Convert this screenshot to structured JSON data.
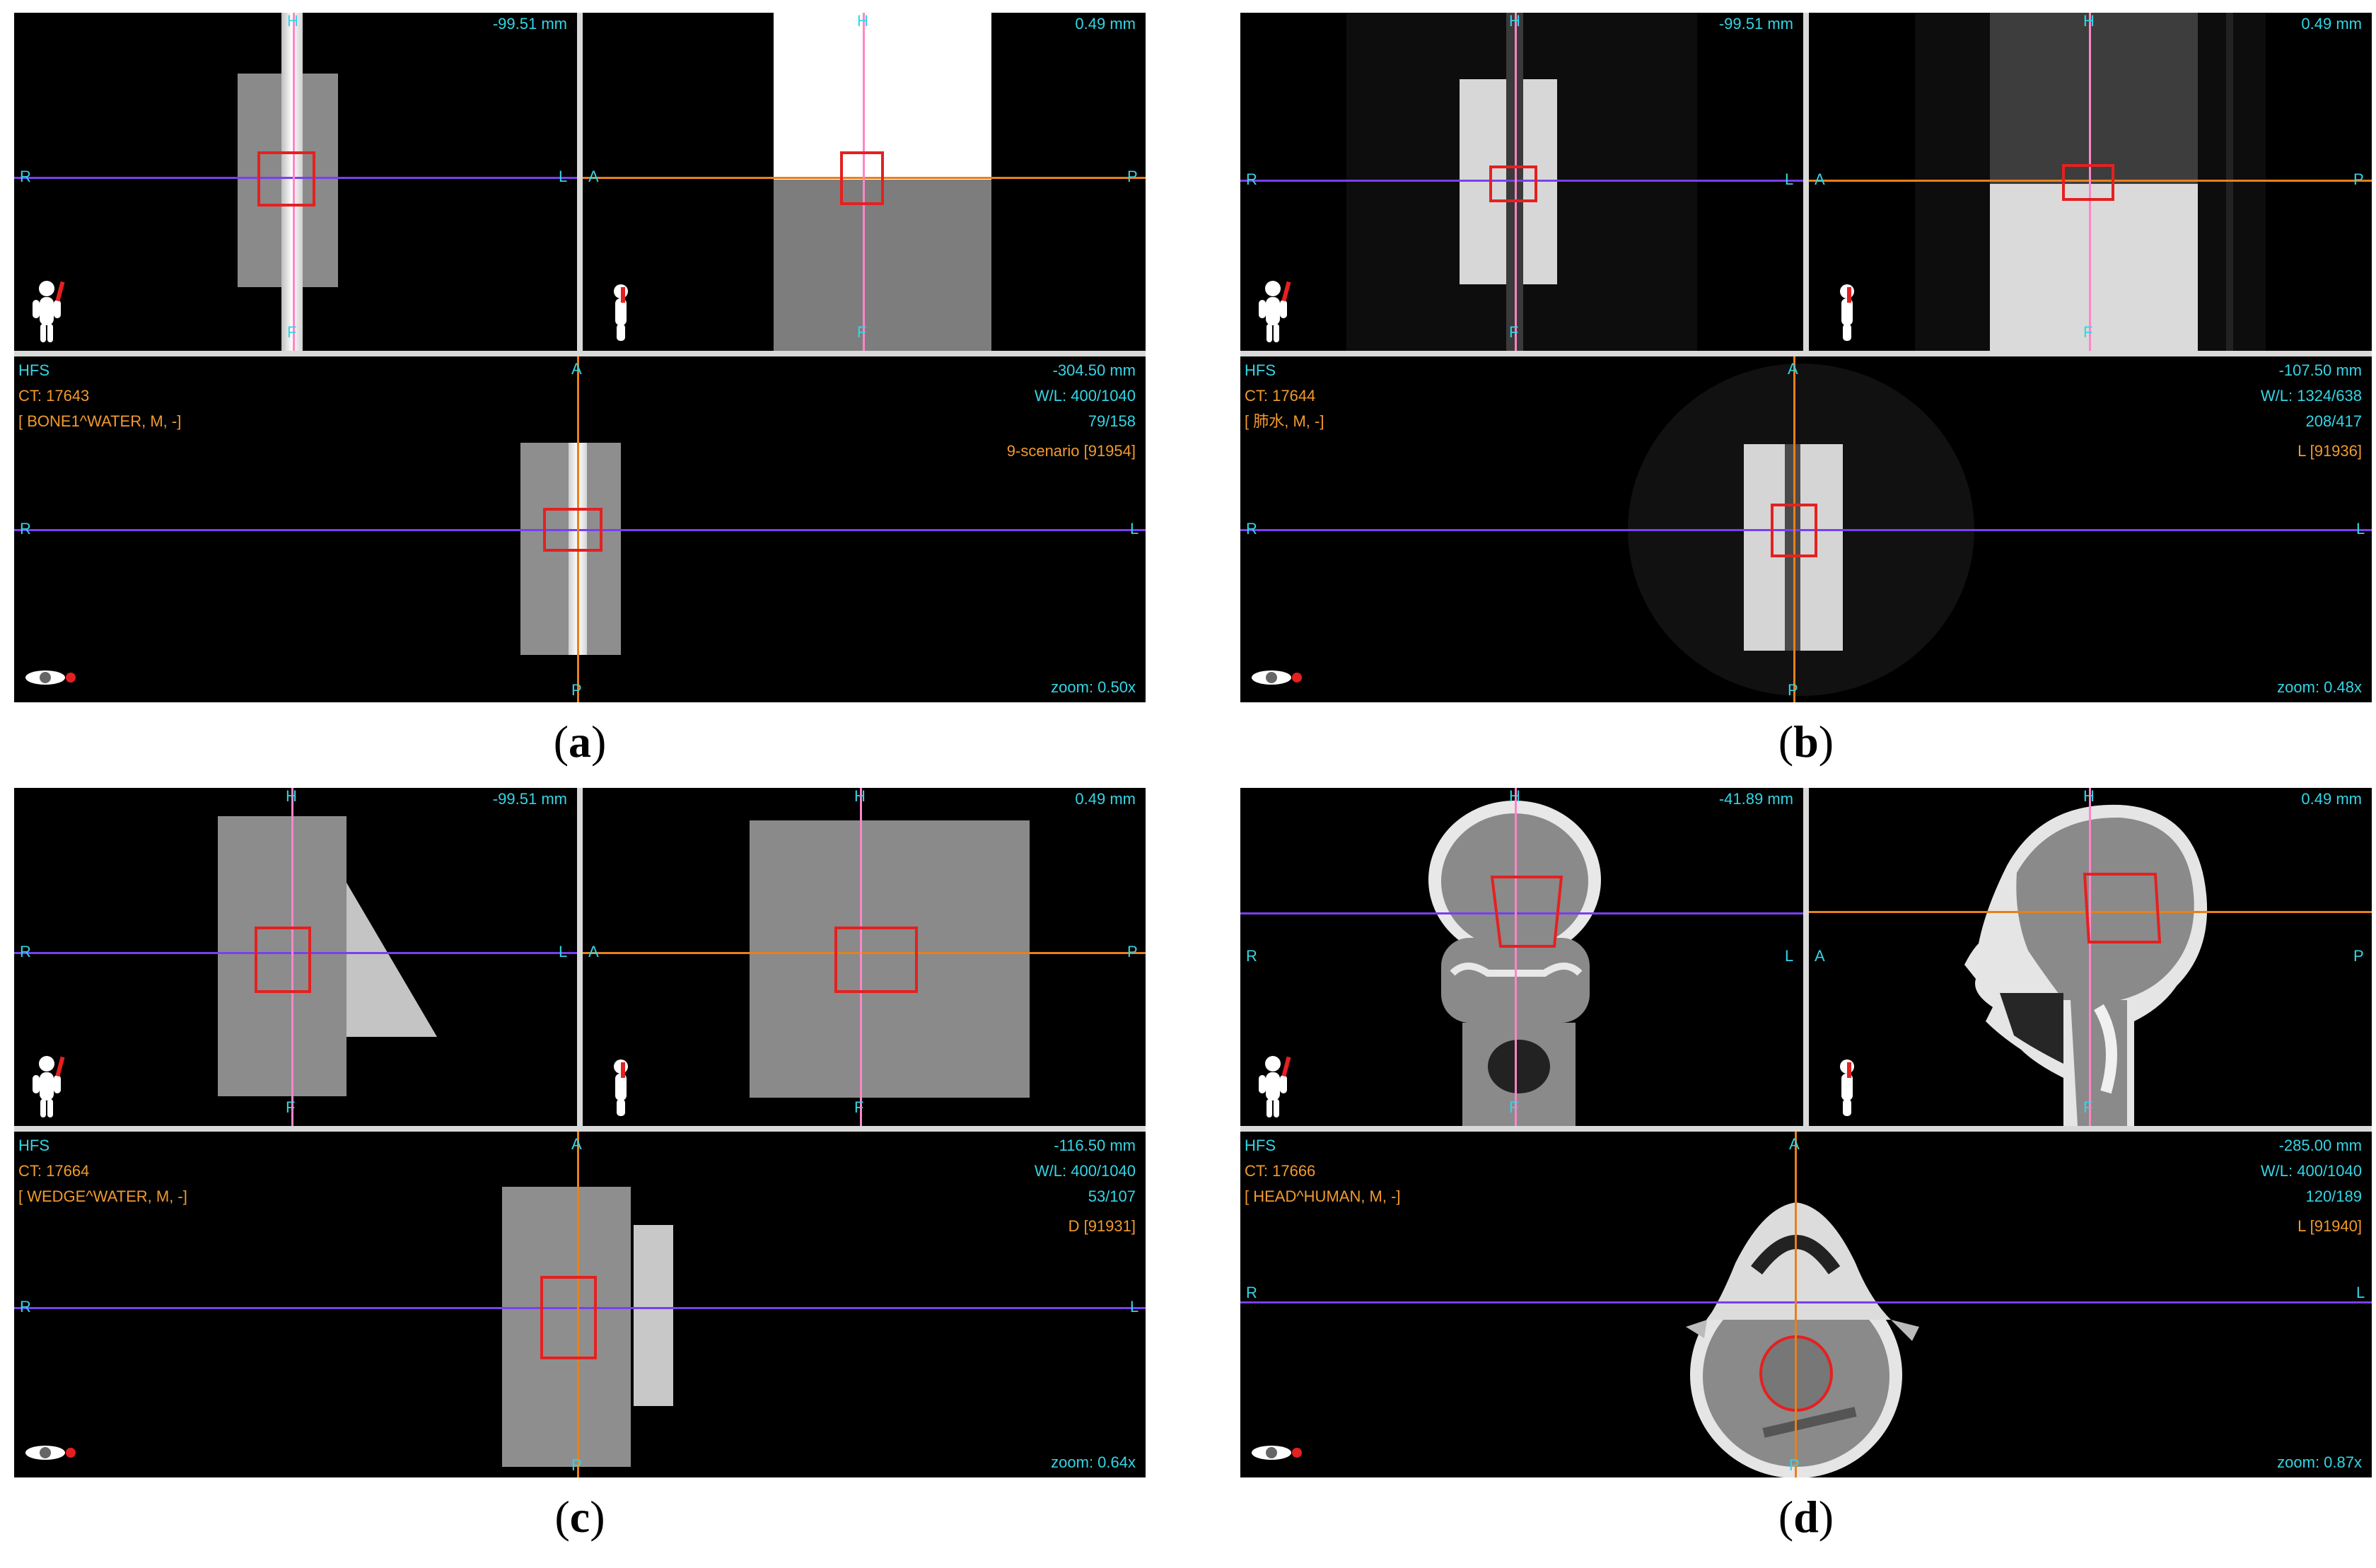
{
  "panels": [
    {
      "caption_letter": "a",
      "coronal": {
        "depth": "-99.51 mm",
        "top": "H",
        "bottom": "F",
        "left": "R",
        "right": "L"
      },
      "sagittal": {
        "depth": "0.49 mm",
        "top": "H",
        "bottom": "F",
        "left": "A",
        "right": "P"
      },
      "axial": {
        "orientation": "HFS",
        "ct": "CT: 17643",
        "material": "[ BONE1^WATER, M, -]",
        "position": "-304.50 mm",
        "wl": "W/L: 400/1040",
        "slice": "79/158",
        "scenario": "9-scenario [91954]",
        "zoom": "zoom: 0.50x",
        "top": "A",
        "bottom": "P",
        "left": "R",
        "right": "L"
      }
    },
    {
      "caption_letter": "b",
      "coronal": {
        "depth": "-99.51 mm",
        "top": "H",
        "bottom": "F",
        "left": "R",
        "right": "L"
      },
      "sagittal": {
        "depth": "0.49 mm",
        "top": "H",
        "bottom": "F",
        "left": "A",
        "right": "P"
      },
      "axial": {
        "orientation": "HFS",
        "ct": "CT: 17644",
        "material": "[ 肺水, M, -]",
        "position": "-107.50 mm",
        "wl": "W/L: 1324/638",
        "slice": "208/417",
        "scenario": "L [91936]",
        "zoom": "zoom: 0.48x",
        "top": "A",
        "bottom": "P",
        "left": "R",
        "right": "L"
      }
    },
    {
      "caption_letter": "c",
      "coronal": {
        "depth": "-99.51 mm",
        "top": "H",
        "bottom": "F",
        "left": "R",
        "right": "L"
      },
      "sagittal": {
        "depth": "0.49 mm",
        "top": "H",
        "bottom": "F",
        "left": "A",
        "right": "P"
      },
      "axial": {
        "orientation": "HFS",
        "ct": "CT: 17664",
        "material": "[ WEDGE^WATER, M, -]",
        "position": "-116.50 mm",
        "wl": "W/L: 400/1040",
        "slice": "53/107",
        "scenario": "D [91931]",
        "zoom": "zoom: 0.64x",
        "top": "A",
        "bottom": "P",
        "left": "R",
        "right": "L"
      }
    },
    {
      "caption_letter": "d",
      "coronal": {
        "depth": "-41.89 mm",
        "top": "H",
        "bottom": "F",
        "left": "R",
        "right": "L"
      },
      "sagittal": {
        "depth": "0.49 mm",
        "top": "H",
        "bottom": "F",
        "left": "A",
        "right": "P"
      },
      "axial": {
        "orientation": "HFS",
        "ct": "CT: 17666",
        "material": "[ HEAD^HUMAN, M, -]",
        "position": "-285.00 mm",
        "wl": "W/L: 400/1040",
        "slice": "120/189",
        "scenario": "L [91940]",
        "zoom": "zoom: 0.87x",
        "top": "A",
        "bottom": "P",
        "left": "R",
        "right": "L"
      }
    }
  ],
  "icons": {
    "orientation_figure": "person-orientation-icon",
    "axial_figure": "axial-orientation-icon"
  },
  "colors": {
    "label_cyan": "#34d5e6",
    "label_orange": "#f29a2e",
    "crosshair_purple": "#7a3ff0",
    "crosshair_orange": "#e8801a",
    "crosshair_pink": "#ff85c8",
    "roi_red": "#e52020"
  }
}
